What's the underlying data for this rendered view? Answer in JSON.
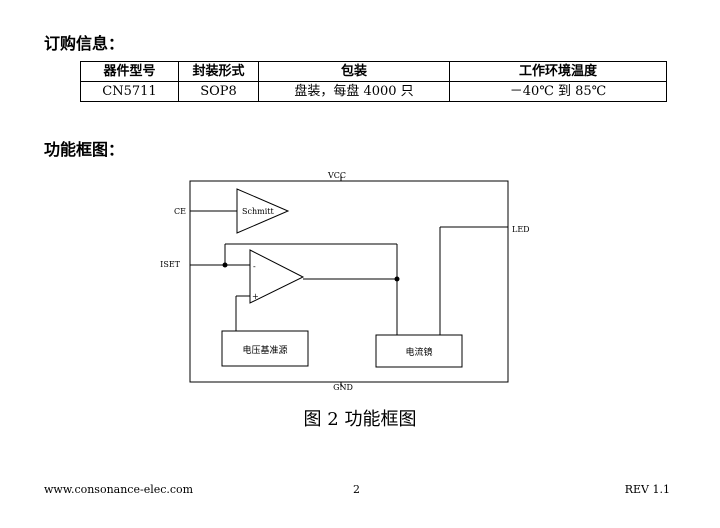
{
  "order_section": {
    "heading": "订购信息：",
    "columns": [
      "器件型号",
      "封装形式",
      "包装",
      "工作环境温度"
    ],
    "rows": [
      [
        "CN5711",
        "SOP8",
        "盘装，每盘 4000 只",
        "－40℃  到  85℃"
      ]
    ]
  },
  "function_section": {
    "heading": "功能框图：",
    "diagram": {
      "vcc": "VCC",
      "gnd": "GND",
      "ce": "CE",
      "iset": "ISET",
      "led": "LED",
      "schmitt": "Schmitt",
      "opamp_minus": "-",
      "opamp_plus": "+",
      "ref_block": "电压基准源",
      "mirror_block": "电流镜"
    },
    "caption": "图 2  功能框图"
  },
  "footer": {
    "website": "www.consonance-elec.com",
    "page": "2",
    "revision": "REV 1.1"
  }
}
